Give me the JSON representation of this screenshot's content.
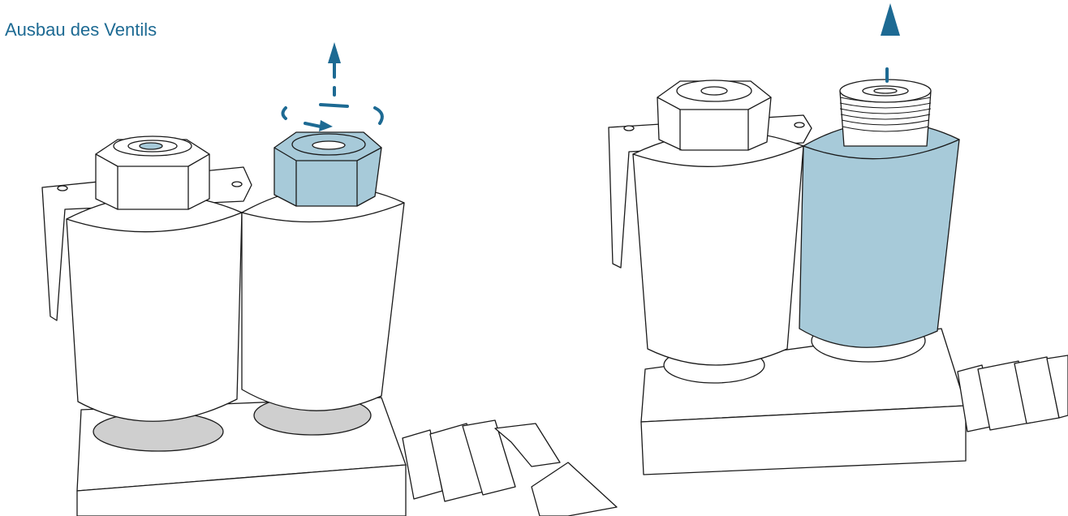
{
  "heading": {
    "text": "Ausbau des Ventils"
  },
  "colors": {
    "heading": "#1d6a93",
    "highlight_fill": "#a7cad9",
    "arrow": "#1d6a93",
    "outline": "#1a1a1a",
    "shadow_ring": "#cfcfcf"
  },
  "panels": [
    {
      "name": "step-1",
      "highlighted_part": "valve-nut",
      "motion": [
        "rotate",
        "lift"
      ]
    },
    {
      "name": "step-2",
      "highlighted_part": "valve-coil",
      "motion": [
        "lift"
      ]
    }
  ]
}
